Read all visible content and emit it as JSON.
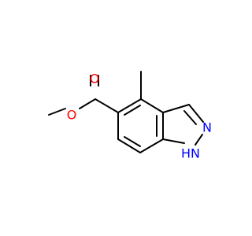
{
  "molecule": {
    "atoms": {
      "carbonyl_oxygen": {
        "symbol": "O",
        "color": "#ff0000"
      },
      "ester_oxygen": {
        "symbol": "O",
        "color": "#ff0000"
      },
      "ring_nitrogen": {
        "symbol": "N",
        "color": "#0000ff"
      },
      "nh_nitrogen": {
        "symbol": "N",
        "color": "#0000ff"
      },
      "nh_hydrogen": {
        "symbol": "H",
        "color": "#0000ff"
      }
    },
    "colors": {
      "bond": "#000000",
      "oxygen": "#ff0000",
      "nitrogen": "#0000ff",
      "background": "#ffffff"
    }
  }
}
